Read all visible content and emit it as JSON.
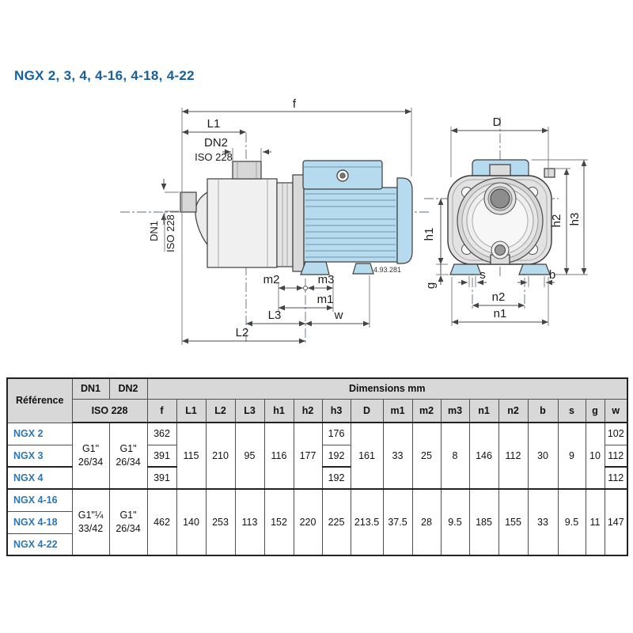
{
  "title": "NGX 2, 3, 4, 4-16, 4-18, 4-22",
  "colors": {
    "title_blue": "#15609f",
    "model_blue": "#2a76b8",
    "pump_blue": "#b7dbee",
    "header_gray": "#d8d8d8",
    "line_dark": "#3c3c3c"
  },
  "drawing": {
    "code": "4.93.281",
    "labels": {
      "f": "f",
      "L1": "L1",
      "L2": "L2",
      "L3": "L3",
      "dn1": "DN1",
      "dn2": "DN2",
      "iso": "ISO 228",
      "iso2": "ISO 228",
      "m1": "m1",
      "m2": "m2",
      "m3": "m3",
      "w": "w",
      "D": "D",
      "h1": "h1",
      "h2": "h2",
      "h3": "h3",
      "g": "g",
      "s": "s",
      "b": "b",
      "n1": "n1",
      "n2": "n2"
    }
  },
  "table": {
    "ref_header": "Référence",
    "dn1_header": "DN1",
    "dn2_header": "DN2",
    "iso_header": "ISO 228",
    "dims_header": "Dimensions mm",
    "columns": [
      "f",
      "L1",
      "L2",
      "L3",
      "h1",
      "h2",
      "h3",
      "D",
      "m1",
      "m2",
      "m3",
      "n1",
      "n2",
      "b",
      "s",
      "g",
      "w"
    ],
    "group1": {
      "dn1": "G1\" 26/34",
      "dn2": "G1\" 26/34",
      "shared": {
        "L1": "115",
        "L2": "210",
        "L3": "95",
        "h1": "116",
        "h2": "177",
        "D": "161",
        "m1": "33",
        "m2": "25",
        "m3": "8",
        "n1": "146",
        "n2": "112",
        "b": "30",
        "s": "9",
        "g": "10"
      },
      "rows": [
        {
          "ref": "NGX 2",
          "f": "362",
          "h3": "176",
          "w": "102"
        },
        {
          "ref": "NGX 3",
          "f": "391",
          "h3": "192",
          "w": "112"
        },
        {
          "ref": "NGX 4",
          "f": "391",
          "h3": "192",
          "w": "112"
        }
      ]
    },
    "group2": {
      "dn1": "G1\"¼ 33/42",
      "dn2": "G1\" 26/34",
      "shared": {
        "f": "462",
        "L1": "140",
        "L2": "253",
        "L3": "113",
        "h1": "152",
        "h2": "220",
        "h3": "225",
        "D": "213.5",
        "m1": "37.5",
        "m2": "28",
        "m3": "9.5",
        "n1": "185",
        "n2": "155",
        "b": "33",
        "s": "9.5",
        "g": "11",
        "w": "147"
      },
      "rows": [
        {
          "ref": "NGX 4-16"
        },
        {
          "ref": "NGX 4-18"
        },
        {
          "ref": "NGX 4-22"
        }
      ]
    }
  }
}
